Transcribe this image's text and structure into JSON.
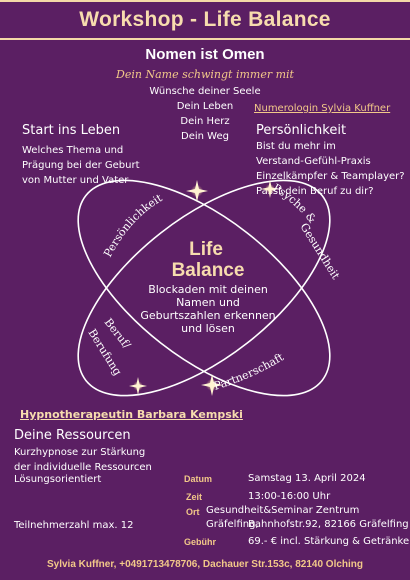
{
  "title": "Workshop - Life Balance",
  "heading": "Nomen ist Omen",
  "tagline": "Dein Name schwingt immer mit",
  "wishes": [
    "Wünsche deiner Seele",
    "Dein Leben",
    "Dein Herz",
    "Dein Weg"
  ],
  "numerologin": "Numerologin Sylvia Kuffner",
  "start": {
    "heading": "Start ins Leben",
    "lines": [
      "Welches Thema und",
      "Prägung bei der Geburt",
      "von Mutter und Vater"
    ]
  },
  "personality": {
    "heading": "Persönlichkeit",
    "lines": [
      "Bist du mehr im",
      "Verstand-Gefühl-Praxis",
      "Einzelkämpfer & Teamplayer?",
      "Passt dein Beruf zu dir?"
    ]
  },
  "diagram": {
    "center_title_1": "Life",
    "center_title_2": "Balance",
    "center_lines": [
      "Blockaden mit deinen",
      "Namen und",
      "Geburtszahlen erkennen",
      "und lösen"
    ],
    "label_personality": "Persönlichkeit",
    "label_psyche_1": "Psyche &",
    "label_psyche_2": "Gesundheit",
    "label_beruf_1": "Beruf/",
    "label_beruf_2": "Berufung",
    "label_partner": "Partnerschaft"
  },
  "hypno": "Hypnotherapeutin Barbara Kempski",
  "resources": {
    "heading": "Deine Ressourcen",
    "lines": [
      "Kurzhypnose zur Stärkung",
      "der individuelle Ressourcen"
    ],
    "extra": "Lösungsorientiert"
  },
  "participants": "Teilnehmerzahl max. 12",
  "details": {
    "date_label": "Datum",
    "date_value": "Samstag 13. April 2024",
    "time_label": "Zeit",
    "time_value": "13:00-16:00 Uhr",
    "place_label": "Ort",
    "place_line1": "Gesundheit&Seminar Zentrum Gräfelfing,",
    "place_line2": "Bahnhofstr.92, 82166 Gräfelfing",
    "fee_label": "Gebühr",
    "fee_value": "69.- € incl. Stärkung & Getränke"
  },
  "footer": "Sylvia Kuffner, +0491713478706, Dachauer Str.153c, 82140 Olching",
  "colors": {
    "background": "#5b1f63",
    "gold": "#f2c889",
    "title": "#f7dcae"
  }
}
